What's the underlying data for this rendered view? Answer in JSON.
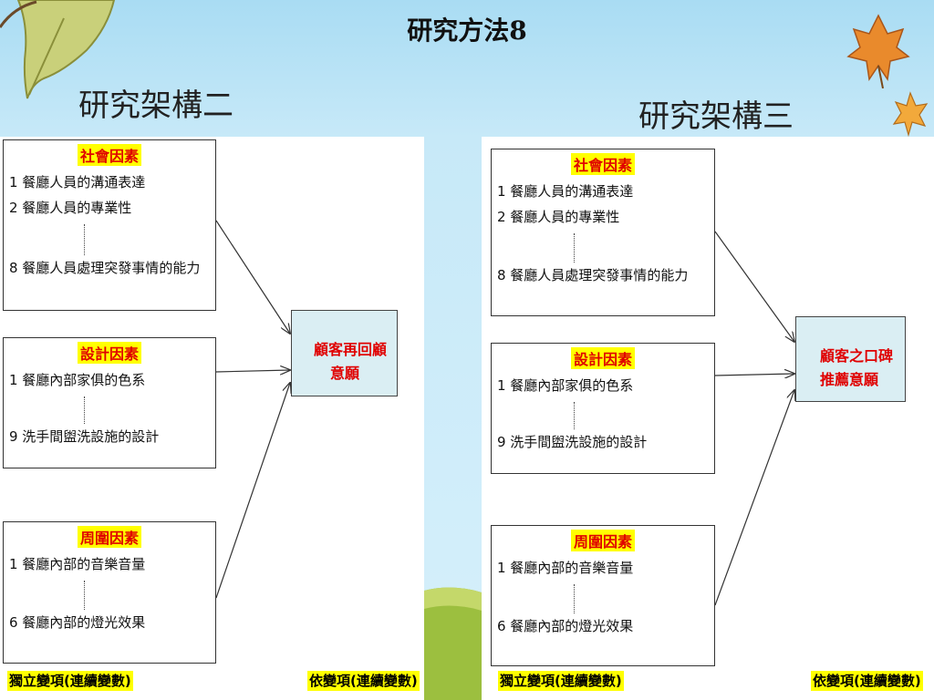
{
  "title": "研究方法8",
  "left": {
    "heading": "研究架構二",
    "boxes": [
      {
        "head": "社會因素",
        "items": [
          "1 餐廳人員的溝通表達",
          "2 餐廳人員的專業性",
          "8 餐廳人員處理突發事情的能力"
        ]
      },
      {
        "head": "設計因素",
        "items": [
          "1 餐廳內部家俱的色系",
          "9 洗手間盥洗設施的設計"
        ]
      },
      {
        "head": "周圍因素",
        "items": [
          "1 餐廳內部的音樂音量",
          "6 餐廳內部的燈光效果"
        ]
      }
    ],
    "target": [
      "顧客再回顧",
      "意願"
    ],
    "independent_label": "獨立變項(連續變數)",
    "dependent_label": "依變項(連續變數)"
  },
  "right": {
    "heading": "研究架構三",
    "boxes": [
      {
        "head": "社會因素",
        "items": [
          "1 餐廳人員的溝通表達",
          "2 餐廳人員的專業性",
          "8 餐廳人員處理突發事情的能力"
        ]
      },
      {
        "head": "設計因素",
        "items": [
          "1 餐廳內部家俱的色系",
          "9 洗手間盥洗設施的設計"
        ]
      },
      {
        "head": "周圍因素",
        "items": [
          "1 餐廳內部的音樂音量",
          "6 餐廳內部的燈光效果"
        ]
      }
    ],
    "target": [
      "顧客之口碑",
      "推薦意願"
    ],
    "independent_label": "獨立變項(連續變數)",
    "dependent_label": "依變項(連續變數)"
  },
  "colors": {
    "highlight": "#ffff00",
    "factor_text": "#e00000",
    "target_fill": "#daeef3",
    "sky": "#a9dcf3"
  }
}
